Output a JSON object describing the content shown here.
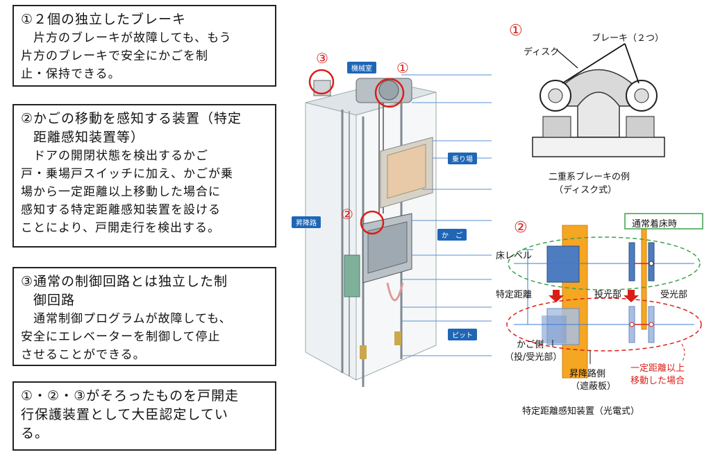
{
  "boxes": [
    {
      "head": "①２個の独立したブレーキ",
      "lines": [
        "片方のブレーキが故障しても、もう",
        "片方のブレーキで安全にかごを制",
        "止・保持できる。"
      ]
    },
    {
      "head1": "②かごの移動を感知する装置（特定",
      "head2": "距離感知装置等）",
      "lines": [
        "ドアの開閉状態を検出するかご",
        "戸・乗場戸スイッチに加え、かごが乗",
        "場から一定距離以上移動した場合に",
        "感知する特定距離感知装置を設ける",
        "ことにより、戸開走行を検出する。"
      ]
    },
    {
      "head1": "③通常の制御回路とは独立した制",
      "head2": "御回路",
      "lines": [
        "通常制御プログラムが故障しても、",
        "安全にエレベーターを制御して停止",
        "させることができる。"
      ]
    },
    {
      "lines": [
        "①・②・③がそろったものを戸開走",
        "行保護装置として大臣認定してい",
        "る。"
      ]
    }
  ],
  "center": {
    "markers": [
      "③",
      "①",
      "②"
    ],
    "tags": {
      "machine_room": "機械室",
      "landing": "乗り場",
      "hoistway": "昇降路",
      "car": "か　ご",
      "pit": "ピット"
    }
  },
  "brake": {
    "marker": "①",
    "disk": "ディスク",
    "brakes": "ブレーキ（２つ）",
    "caption1": "二重系ブレーキの例",
    "caption2": "（ディスク式）"
  },
  "sensor": {
    "marker": "②",
    "normal": "通常着床時",
    "floor_level": "床レベル",
    "distance": "特定距離",
    "emitter": "投光部",
    "receiver": "受光部",
    "car_side1": "かご側",
    "car_side2": "（投/受光部）",
    "hoist_side1": "昇降路側",
    "hoist_side2": "（遮蔽板）",
    "moved1": "一定距離以上",
    "moved2": "移動した場合",
    "caption": "特定距離感知装置（光電式）"
  },
  "colors": {
    "accent_red": "#d91e18",
    "tag_blue": "#1f66b5",
    "shaft_orange": "#f5a623",
    "car_blue": "#4d7cc0"
  }
}
